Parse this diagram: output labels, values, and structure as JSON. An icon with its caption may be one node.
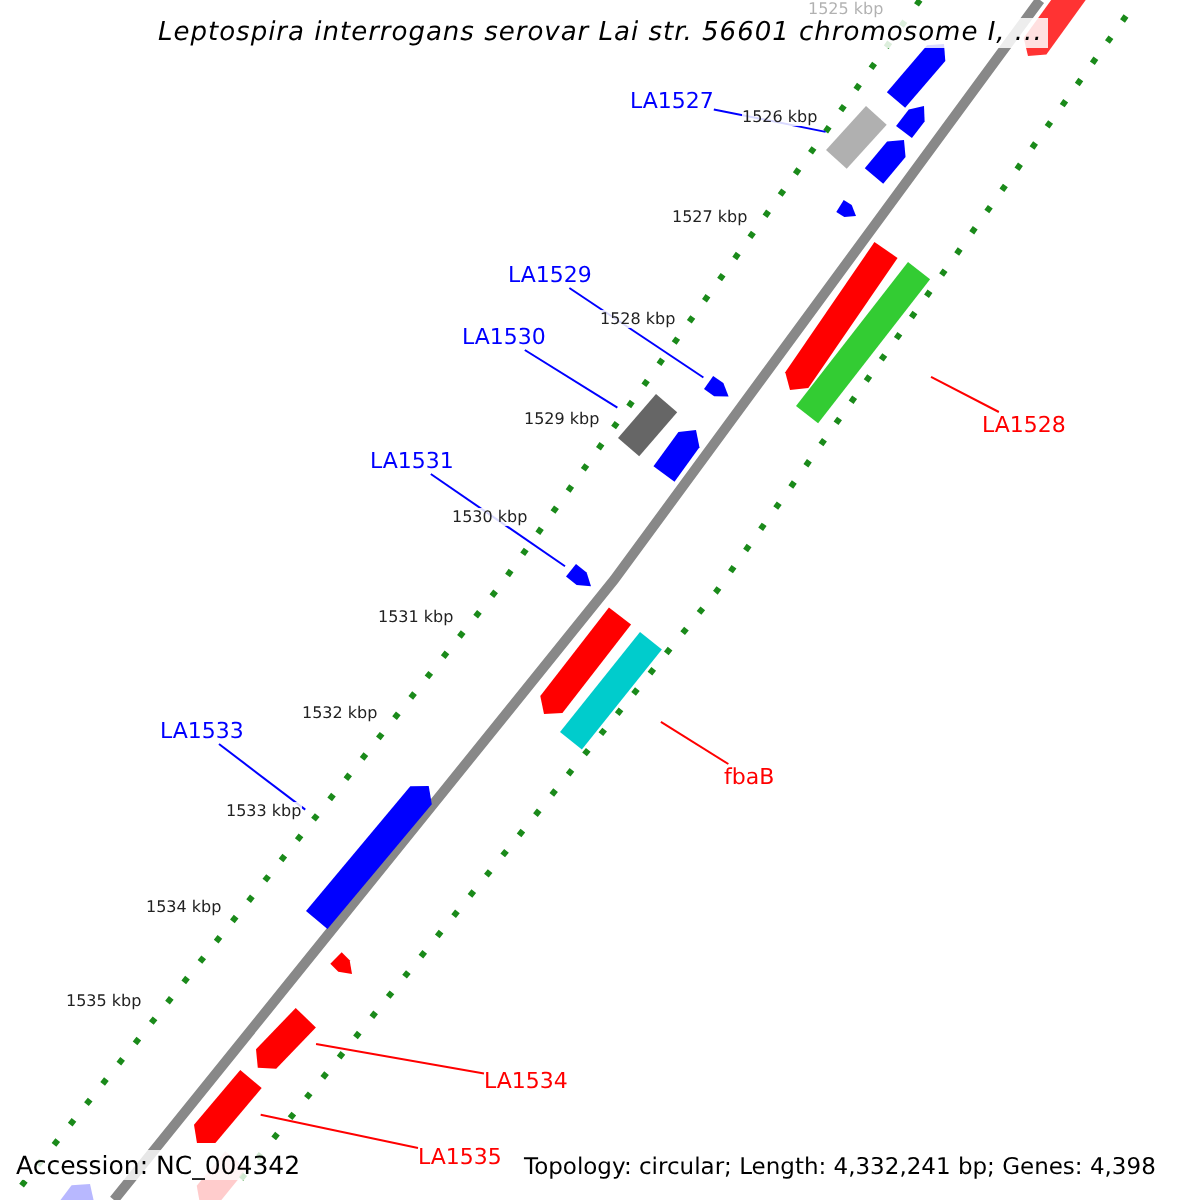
{
  "diagram": {
    "title": "Leptospira interrogans serovar Lai str. 56601 chromosome I, ...",
    "nodes": [
      {
        "text": [
          "LA1527"
        ]
      },
      {
        "text": [],
        "shape": "bar"
      },
      {
        "text": [
          "LA1529"
        ]
      },
      {
        "text": [],
        "shape": "bar"
      },
      {
        "text": [
          "LA1530"
        ]
      },
      {
        "text": [],
        "shape": "bar"
      },
      {
        "text": [
          "LA1528"
        ]
      },
      {
        "text": [],
        "shape": "bar"
      },
      {
        "text": [
          "LA1531"
        ]
      },
      {
        "text": [],
        "shape": "bar"
      },
      {
        "text": [
          "fbaB"
        ]
      },
      {
        "text": [],
        "shape": "bar"
      },
      {
        "text": [
          "LA1533"
        ]
      },
      {
        "text": [],
        "shape": "bar"
      },
      {
        "text": [
          "LA1534"
        ]
      },
      {
        "text": [],
        "shape": "bar"
      },
      {
        "text": [
          "LA1535"
        ]
      },
      {
        "text": [],
        "shape": "bar"
      }
    ],
    "edges": [
      {
        "from": 0,
        "to": 1,
        "arrow": "none"
      },
      {
        "from": 2,
        "to": 3,
        "arrow": "none"
      },
      {
        "from": 4,
        "to": 5,
        "arrow": "none"
      },
      {
        "from": 6,
        "to": 7,
        "arrow": "none",
        "color": "#ff0000"
      },
      {
        "from": 8,
        "to": 9,
        "arrow": "none"
      },
      {
        "from": 10,
        "to": 11,
        "arrow": "none",
        "color": "#ff0000"
      },
      {
        "from": 12,
        "to": 13,
        "arrow": "none"
      },
      {
        "from": 14,
        "to": 15,
        "arrow": "none",
        "color": "#ff0000"
      },
      {
        "from": 16,
        "to": 17,
        "arrow": "none",
        "color": "#ff0000"
      }
    ],
    "labels": [
      "1525 kbp",
      "1526 kbp",
      "1527 kbp",
      "1528 kbp",
      "1529 kbp",
      "1530 kbp",
      "1531 kbp",
      "1532 kbp",
      "1533 kbp",
      "1534 kbp",
      "1535 kbp",
      "Accession: NC_004342",
      "Topology: circular; Length: 4,332,241 bp; Genes: 4,398"
    ]
  }
}
